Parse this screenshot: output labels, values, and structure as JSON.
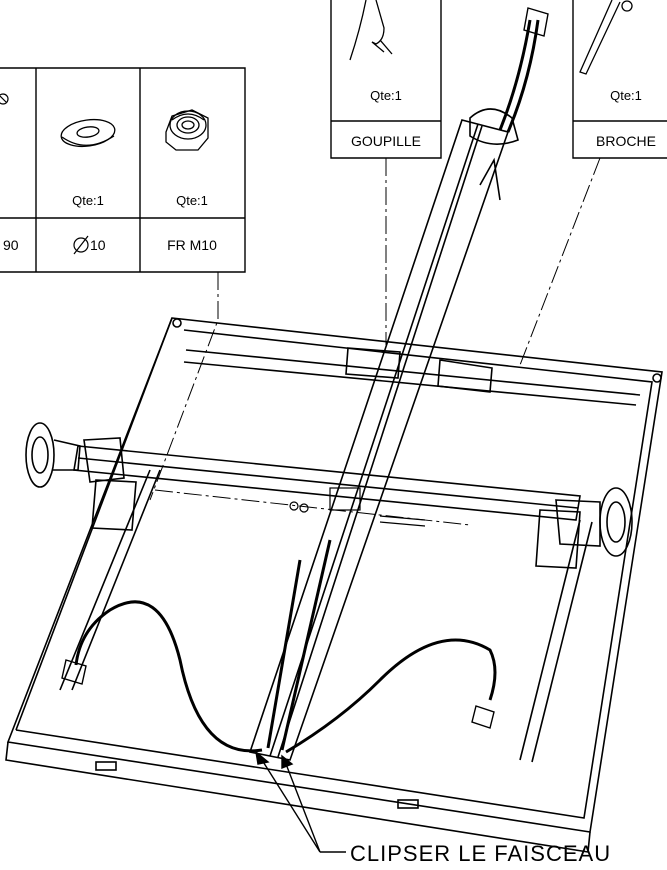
{
  "parts_table": {
    "cells": [
      {
        "qty": "",
        "label": "90"
      },
      {
        "qty": "Qte:1",
        "label": "10"
      },
      {
        "qty": "Qte:1",
        "label": "FR  M10"
      }
    ]
  },
  "goupille": {
    "qty": "Qte:1",
    "label": "GOUPILLE"
  },
  "broche": {
    "qty": "Qte:1",
    "label": "BROCHE"
  },
  "annotation": {
    "text": "CLIPSER LE FAISCEAU"
  },
  "icons": [
    "screw-icon",
    "washer-icon",
    "nut-icon",
    "pin-icon",
    "broche-icon"
  ]
}
